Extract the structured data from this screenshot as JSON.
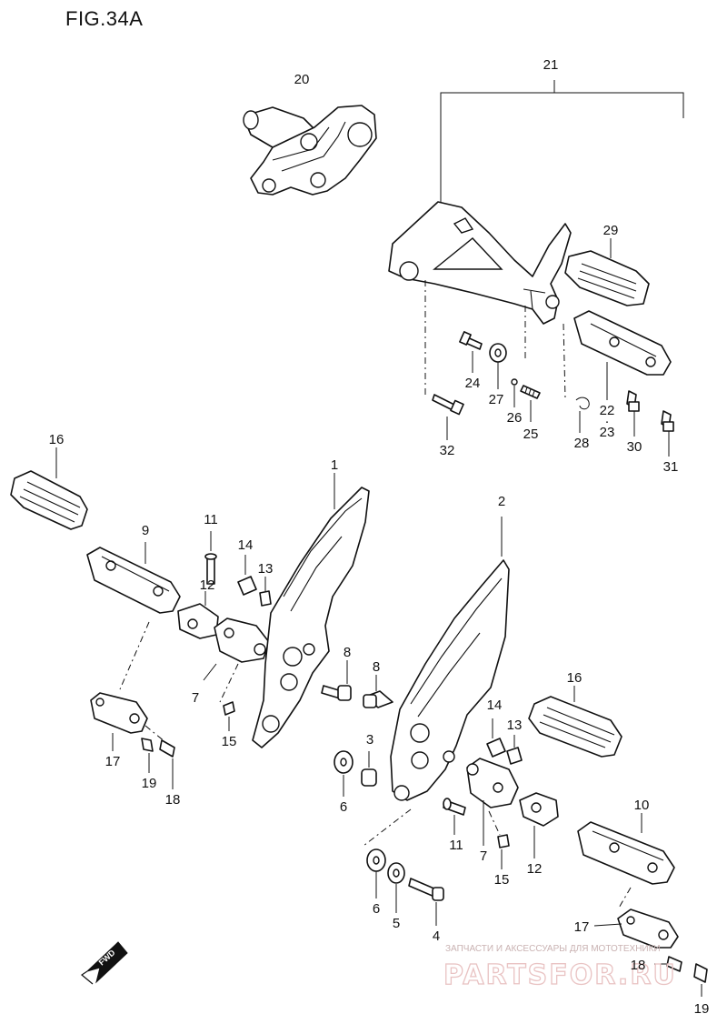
{
  "figure": {
    "title": "FIG.34A"
  },
  "callouts": [
    "1",
    "2",
    "3",
    "4",
    "5",
    "6",
    "6",
    "7",
    "7",
    "8",
    "8",
    "9",
    "10",
    "11",
    "11",
    "12",
    "12",
    "13",
    "13",
    "14",
    "14",
    "15",
    "15",
    "16",
    "16",
    "17",
    "17",
    "18",
    "18",
    "19",
    "19",
    "20",
    "21",
    "22",
    "23",
    "24",
    "25",
    "26",
    "27",
    "28",
    "29",
    "30",
    "31",
    "32"
  ],
  "direction_badge": "FWD",
  "watermark": {
    "caption": "ЗАПЧАСТИ И АКСЕССУАРЫ ДЛЯ МОТОТЕХНИКИ",
    "brand": "PARTSFOR.RU",
    "color": "#e9c3c3"
  }
}
